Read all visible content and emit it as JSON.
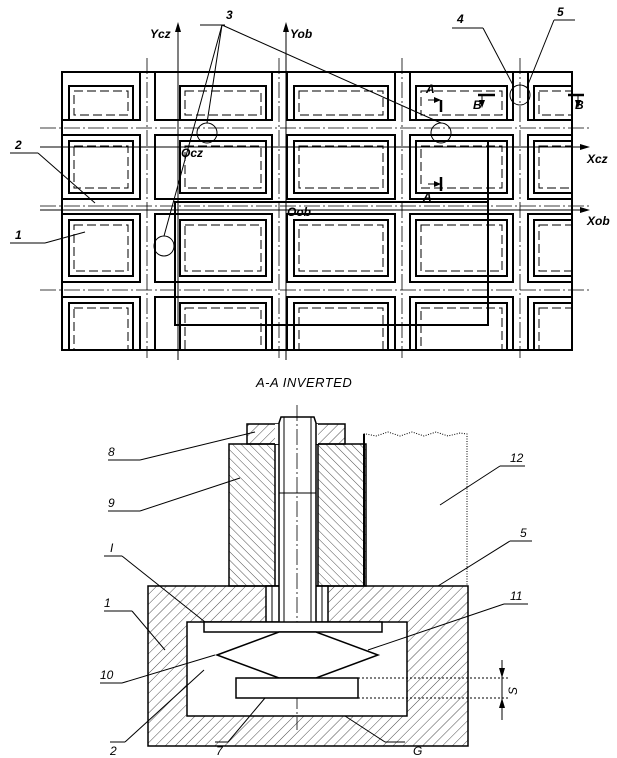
{
  "plan_view": {
    "axis_labels": {
      "y_cz": "Ycz",
      "y_ob": "Yob",
      "x_cz": "Xcz",
      "x_ob": "Xob",
      "o_cz": "Ocz",
      "o_ob": "Oob"
    },
    "callouts": {
      "c1": "1",
      "c2": "2",
      "c3": "3",
      "c4": "4",
      "c5": "5"
    },
    "section_marks": {
      "a_top": "A",
      "a_bottom": "A",
      "b_left": "B",
      "b_right": "B"
    }
  },
  "section_view": {
    "title": "A-A INVERTED",
    "callouts": {
      "c8": "8",
      "c9": "9",
      "c12": "12",
      "cI": "I",
      "c5": "5",
      "c1": "1",
      "c11": "11",
      "c10": "10",
      "c2": "2",
      "c7": "7",
      "cG": "G",
      "cS": "S"
    }
  }
}
